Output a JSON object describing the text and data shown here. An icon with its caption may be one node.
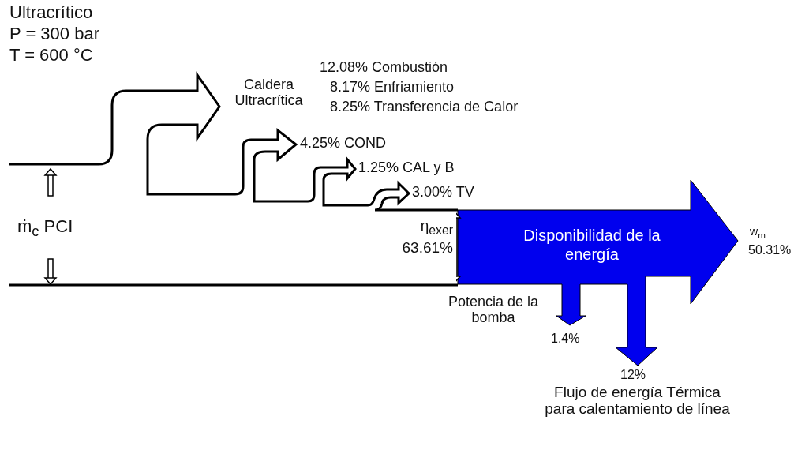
{
  "diagram": {
    "nodes": [
      {
        "text": [
          "Disponibilidad de la energía"
        ]
      }
    ],
    "labels": [
      "Ultracrítico",
      "P = 300 bar",
      "T = 600 °C",
      "Caldera Ultracrítica",
      "12.08% Combustión",
      "8.17% Enfriamiento",
      "8.25% Transferencia de Calor",
      "4.25% COND",
      "1.25% CAL y B",
      "3.00% TV",
      "ṁ$_{c}$ PCI",
      "η$_{exer}$",
      "63.61%",
      "w$_{m}$",
      "50.31%",
      "Potencia de la bomba",
      "1.4%",
      "12%",
      "Flujo de energía Térmica para calentamiento de línea"
    ]
  }
}
